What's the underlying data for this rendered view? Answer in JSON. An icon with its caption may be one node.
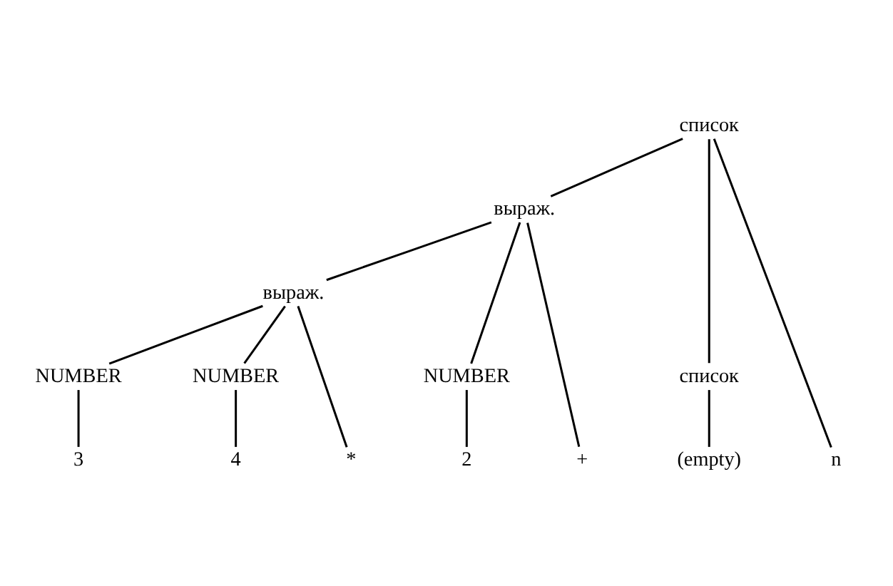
{
  "diagram": {
    "nodes": [
      {
        "text": [
          "список"
        ]
      },
      {
        "text": [
          "выраж."
        ]
      },
      {
        "text": [
          "выраж."
        ]
      },
      {
        "text": [
          "список"
        ]
      },
      {
        "text": [
          "NUMBER"
        ]
      },
      {
        "text": [
          "NUMBER"
        ]
      },
      {
        "text": [
          "NUMBER"
        ]
      },
      {
        "text": [
          "(empty)"
        ]
      },
      {
        "text": [
          "2"
        ]
      },
      {
        "text": [
          "+"
        ]
      },
      {
        "text": [
          "3"
        ]
      },
      {
        "text": [
          "*"
        ]
      },
      {
        "text": [
          "4"
        ]
      },
      {
        "text": [
          "n"
        ]
      }
    ],
    "edges": [
      {
        "from": 0,
        "to": 3,
        "arrow": "none"
      },
      {
        "from": 0,
        "to": 1,
        "arrow": "none"
      },
      {
        "from": 0,
        "to": 13,
        "arrow": "none"
      },
      {
        "from": 1,
        "to": 4,
        "arrow": "none"
      },
      {
        "from": 1,
        "to": 9,
        "arrow": "none"
      },
      {
        "from": 1,
        "to": 2,
        "arrow": "none"
      },
      {
        "from": 2,
        "to": 5,
        "arrow": "none"
      },
      {
        "from": 2,
        "to": 11,
        "arrow": "none"
      },
      {
        "from": 2,
        "to": 6,
        "arrow": "none"
      },
      {
        "from": 3,
        "to": 7,
        "arrow": "none"
      },
      {
        "from": 4,
        "to": 8,
        "arrow": "none"
      },
      {
        "from": 5,
        "to": 10,
        "arrow": "none"
      },
      {
        "from": 6,
        "to": 12,
        "arrow": "none"
      }
    ]
  }
}
